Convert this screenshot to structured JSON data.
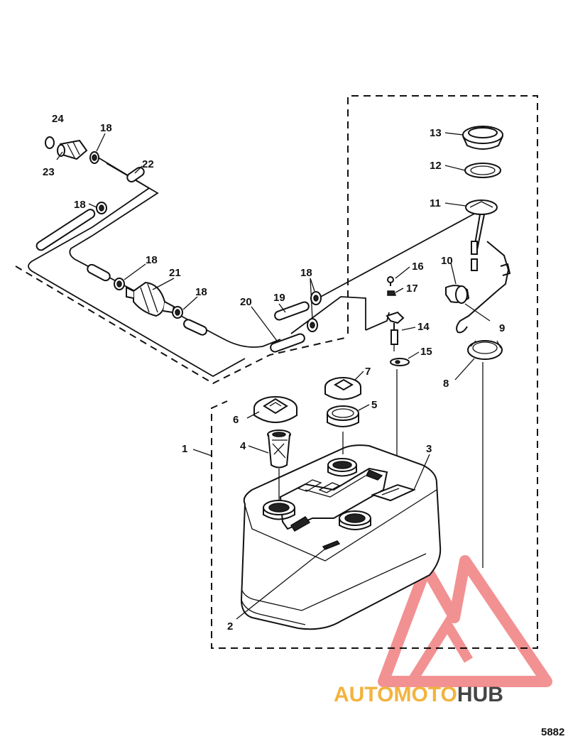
{
  "figure_number": "5882",
  "watermark": {
    "text_parts": [
      "AUTO",
      "MOTO",
      "HUB"
    ],
    "colors": {
      "auto": "#f3b33d",
      "moto": "#f3b33d",
      "hub": "#444444",
      "logo": "#e8393a"
    }
  },
  "callouts": {
    "c1": "1",
    "c2": "2",
    "c3": "3",
    "c4": "4",
    "c5": "5",
    "c6": "6",
    "c7": "7",
    "c8": "8",
    "c9": "9",
    "c10": "10",
    "c11": "11",
    "c12": "12",
    "c13": "13",
    "c14": "14",
    "c15": "15",
    "c16": "16",
    "c17": "17",
    "c18": "18",
    "c19": "19",
    "c20": "20",
    "c21": "21",
    "c22": "22",
    "c23": "23",
    "c24": "24"
  }
}
